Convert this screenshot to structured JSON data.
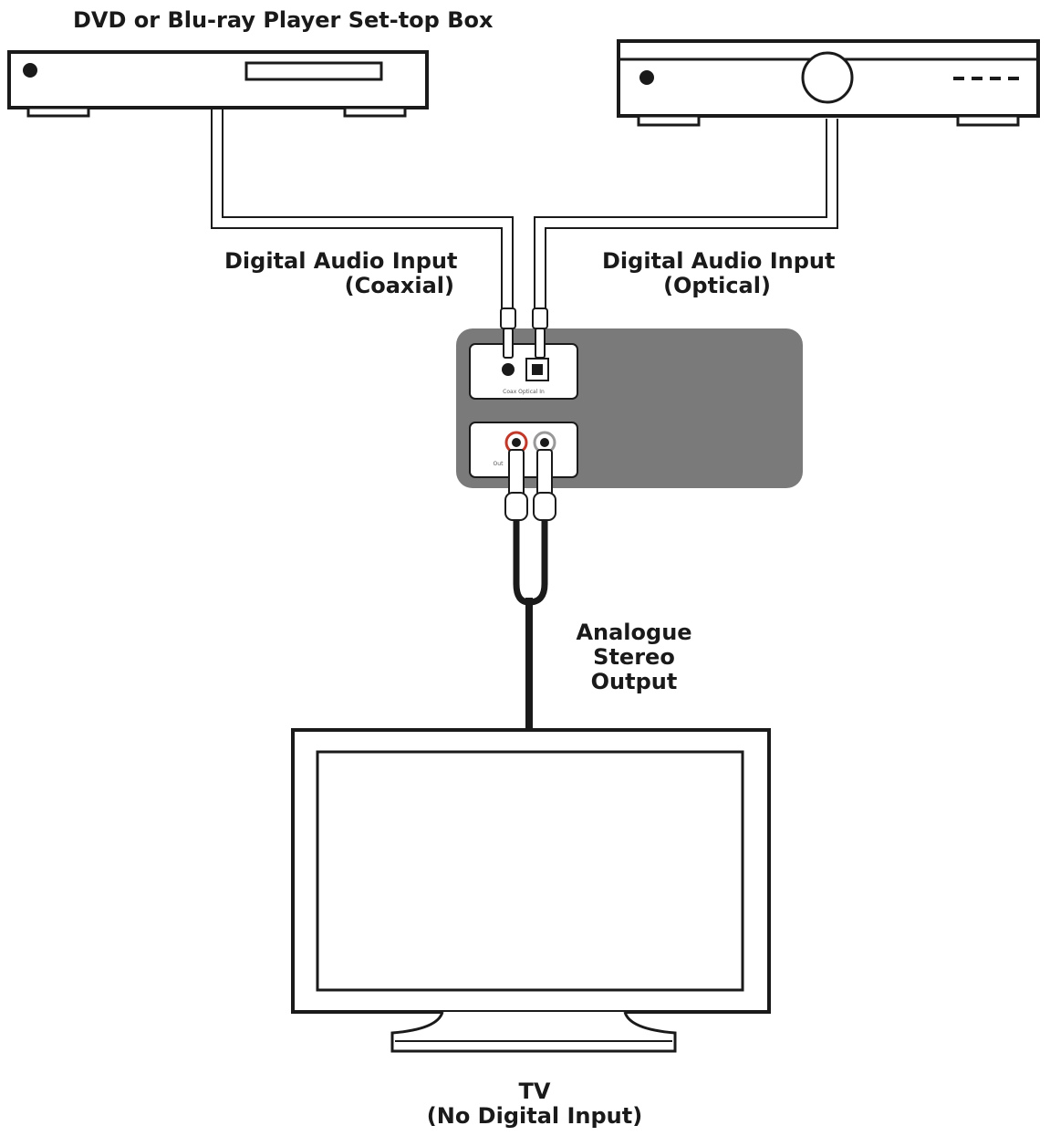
{
  "devices": {
    "dvd_title": "DVD or Blu-ray Player Set-top Box"
  },
  "labels": {
    "coax_line1": "Digital Audio Input",
    "coax_line2": "(Coaxial)",
    "optical_line1": "Digital Audio Input",
    "optical_line2": "(Optical)",
    "analogue_line1": "Analogue",
    "analogue_line2": "Stereo",
    "analogue_line3": "Output",
    "tv_line1": "TV",
    "tv_line2": "(No Digital Input)"
  },
  "converter": {
    "input_port_labels": "Coax Optical In",
    "output_port_label": "Out"
  },
  "colors": {
    "line": "#1a1a1a",
    "converter_body": "#7a7a7a",
    "rca_red": "#c0392b"
  },
  "icons": [
    "dvd-player-icon",
    "set-top-box-icon",
    "converter-icon",
    "rca-plug-icon",
    "tv-icon"
  ]
}
